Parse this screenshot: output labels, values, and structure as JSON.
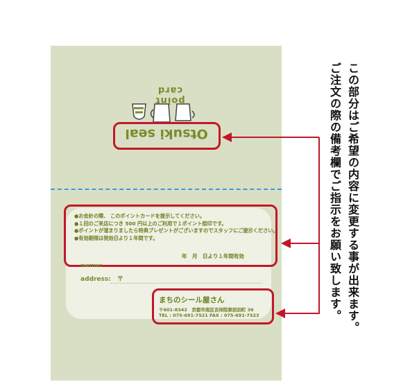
{
  "card": {
    "point_card_label": "point card",
    "logo_text": "Otsuki seal"
  },
  "notes": {
    "lines": [
      "●お会計の際、 このポイントカードを提示してください。",
      "●１回のご来店につき 500 円以上のご利用で１ポイント捺印です。",
      "●ポイントが溜まりましたら特典プレゼントがございますのでスタッフにご提示ください。",
      "●有効期限は発効日より１年間です。"
    ],
    "validity": "年　月　日より１年間有効"
  },
  "form": {
    "name_label": "name:",
    "address_label": "address:　〒"
  },
  "shop": {
    "name": "まちのシール屋さん",
    "address": "〒601-8342　京都市南区吉祥院東前田町 36",
    "tel": "TEL : 075-691-7521  FAX : 075-691-7523"
  },
  "instruction": {
    "line1": "この部分はご希望の内容に変更する事が出来ます。",
    "line2": "ご注文の際の備考欄でご指示をお願い致します。"
  },
  "colors": {
    "card_bg": "#d9dfc5",
    "accent_olive": "#7a8a2c",
    "highlight_red": "#c0182a",
    "fold_blue": "#3a9ad9"
  }
}
